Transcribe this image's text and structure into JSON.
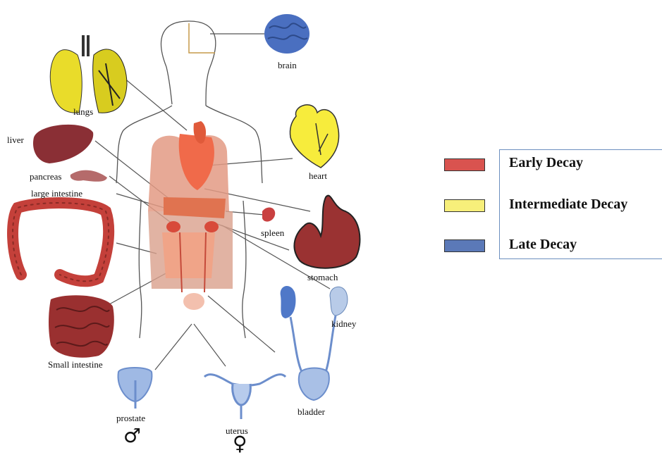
{
  "labels": {
    "brain": "brain",
    "lungs": "lungs",
    "liver": "liver",
    "pancreas": "pancreas",
    "large_intestine": "large intestine",
    "heart": "heart",
    "spleen": "spleen",
    "stomach": "stomach",
    "kidney": "kidney",
    "small_intestine": "Small intestine",
    "prostate": "prostate",
    "uterus": "uterus",
    "bladder": "bladder"
  },
  "symbols": {
    "male": "♂",
    "female": "♀"
  },
  "legend": {
    "items": [
      {
        "label": "Early Decay",
        "color": "#d9534f"
      },
      {
        "label": "Intermediate Decay",
        "color": "#f7ef7a"
      },
      {
        "label": "Late Decay",
        "color": "#5b79b8"
      }
    ]
  },
  "colors": {
    "early": "#9c2f2f",
    "intermediate": "#f2e65a",
    "late": "#5c7fc4",
    "body_organs": "#e8754f",
    "body_shade": "#d9a08c"
  }
}
